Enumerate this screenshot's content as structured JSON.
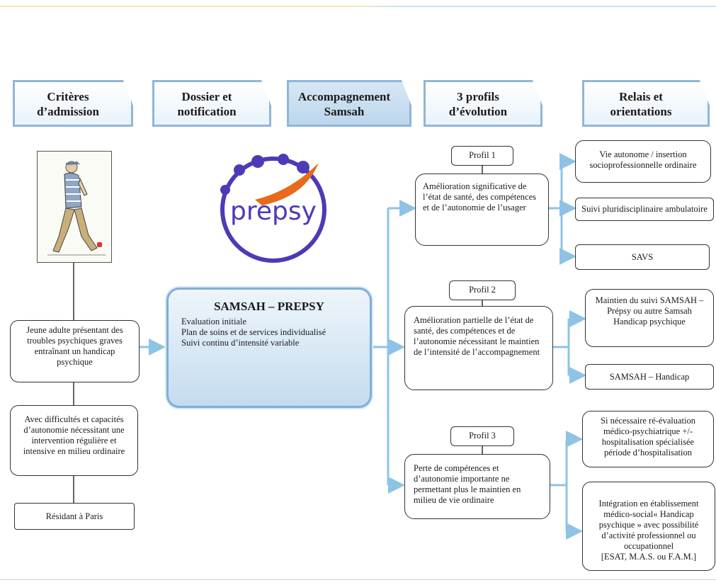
{
  "headers": [
    {
      "text": "Critères\nd’admission"
    },
    {
      "text": "Dossier et\nnotification"
    },
    {
      "text": "Accompagnement\nSamsah"
    },
    {
      "text": "3 profils\nd’évolution"
    },
    {
      "text": "Relais et\norientations"
    }
  ],
  "logo": {
    "text": "prepsy",
    "colors": {
      "ring": "#4b3bb6",
      "swoosh": "#e86a1c"
    }
  },
  "criteria": [
    "Jeune adulte présentant des troubles psychiques graves entraînant un handicap psychique",
    "Avec difficultés et capacités d’autonomie nécessitant une intervention régulière et intensive en milieu ordinaire",
    "Résidant à Paris"
  ],
  "samsah": {
    "title": "SAMSAH – PREPSY",
    "lines": [
      "Evaluation initiale",
      "Plan de soins et de services individualisé",
      "Suivi continu d’intensité variable"
    ]
  },
  "profiles": [
    {
      "label": "Profil 1",
      "text": "Amélioration significative de l’état de santé, des compétences et de l’autonomie de l’usager"
    },
    {
      "label": "Profil 2",
      "text": "Amélioration partielle de l’état de santé, des compétences et de l’autonomie nécessitant le maintien de l’intensité de l’accompagnement"
    },
    {
      "label": "Profil 3",
      "text": "Perte de compétences et d’autonomie importante ne permettant plus le maintien en milieu de vie ordinaire"
    }
  ],
  "relais": [
    "Vie autonome / insertion socioprofessionnelle ordinaire",
    "Suivi pluridisciplinaire ambulatoire",
    "SAVS",
    "Maintien du suivi SAMSAH – Prépsy ou autre Samsah Handicap psychique",
    "SAMSAH – Handicap",
    "Si nécessaire ré-évaluation médico-psychiatrique +/- hospitalisation spécialisée période d’hospitalisation",
    "Intégration en établissement médico-social« Handicap psychique » avec possibilité d’activité professionnel ou occupationnel\n[ESAT, M.A.S. ou F.A.M.]"
  ],
  "colors": {
    "arrow": "#8ec3e6",
    "header_border": "#8fb6d8"
  }
}
